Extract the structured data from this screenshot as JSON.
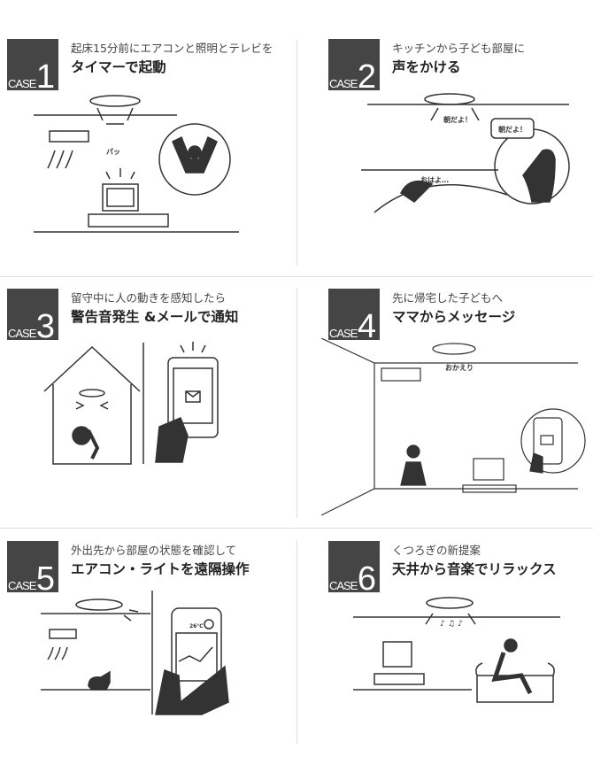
{
  "cases": [
    {
      "case_label": "CASE",
      "number": "1",
      "subtitle": "起床15分前にエアコンと照明とテレビを",
      "title": "タイマーで起動",
      "labels": {
        "flash": "パッ"
      }
    },
    {
      "case_label": "CASE",
      "number": "2",
      "subtitle": "キッチンから子ども部屋に",
      "title": "声をかける",
      "labels": {
        "voice": "朝だよ！",
        "bubble": "朝だよ！",
        "reply": "おはよ…"
      }
    },
    {
      "case_label": "CASE",
      "number": "3",
      "subtitle": "留守中に人の動きを感知したら",
      "title": "警告音発生 &メールで通知",
      "labels": {}
    },
    {
      "case_label": "CASE",
      "number": "4",
      "subtitle": "先に帰宅した子どもへ",
      "title": "ママからメッセージ",
      "labels": {
        "voice": "おかえり"
      }
    },
    {
      "case_label": "CASE",
      "number": "5",
      "subtitle": "外出先から部屋の状態を確認して",
      "title": "エアコン・ライトを遠隔操作",
      "labels": {
        "temp": "26℃"
      }
    },
    {
      "case_label": "CASE",
      "number": "6",
      "subtitle": "くつろぎの新提案",
      "title": "天井から音楽でリラックス",
      "labels": {
        "music": "♪ ♫ ♪"
      }
    }
  ]
}
